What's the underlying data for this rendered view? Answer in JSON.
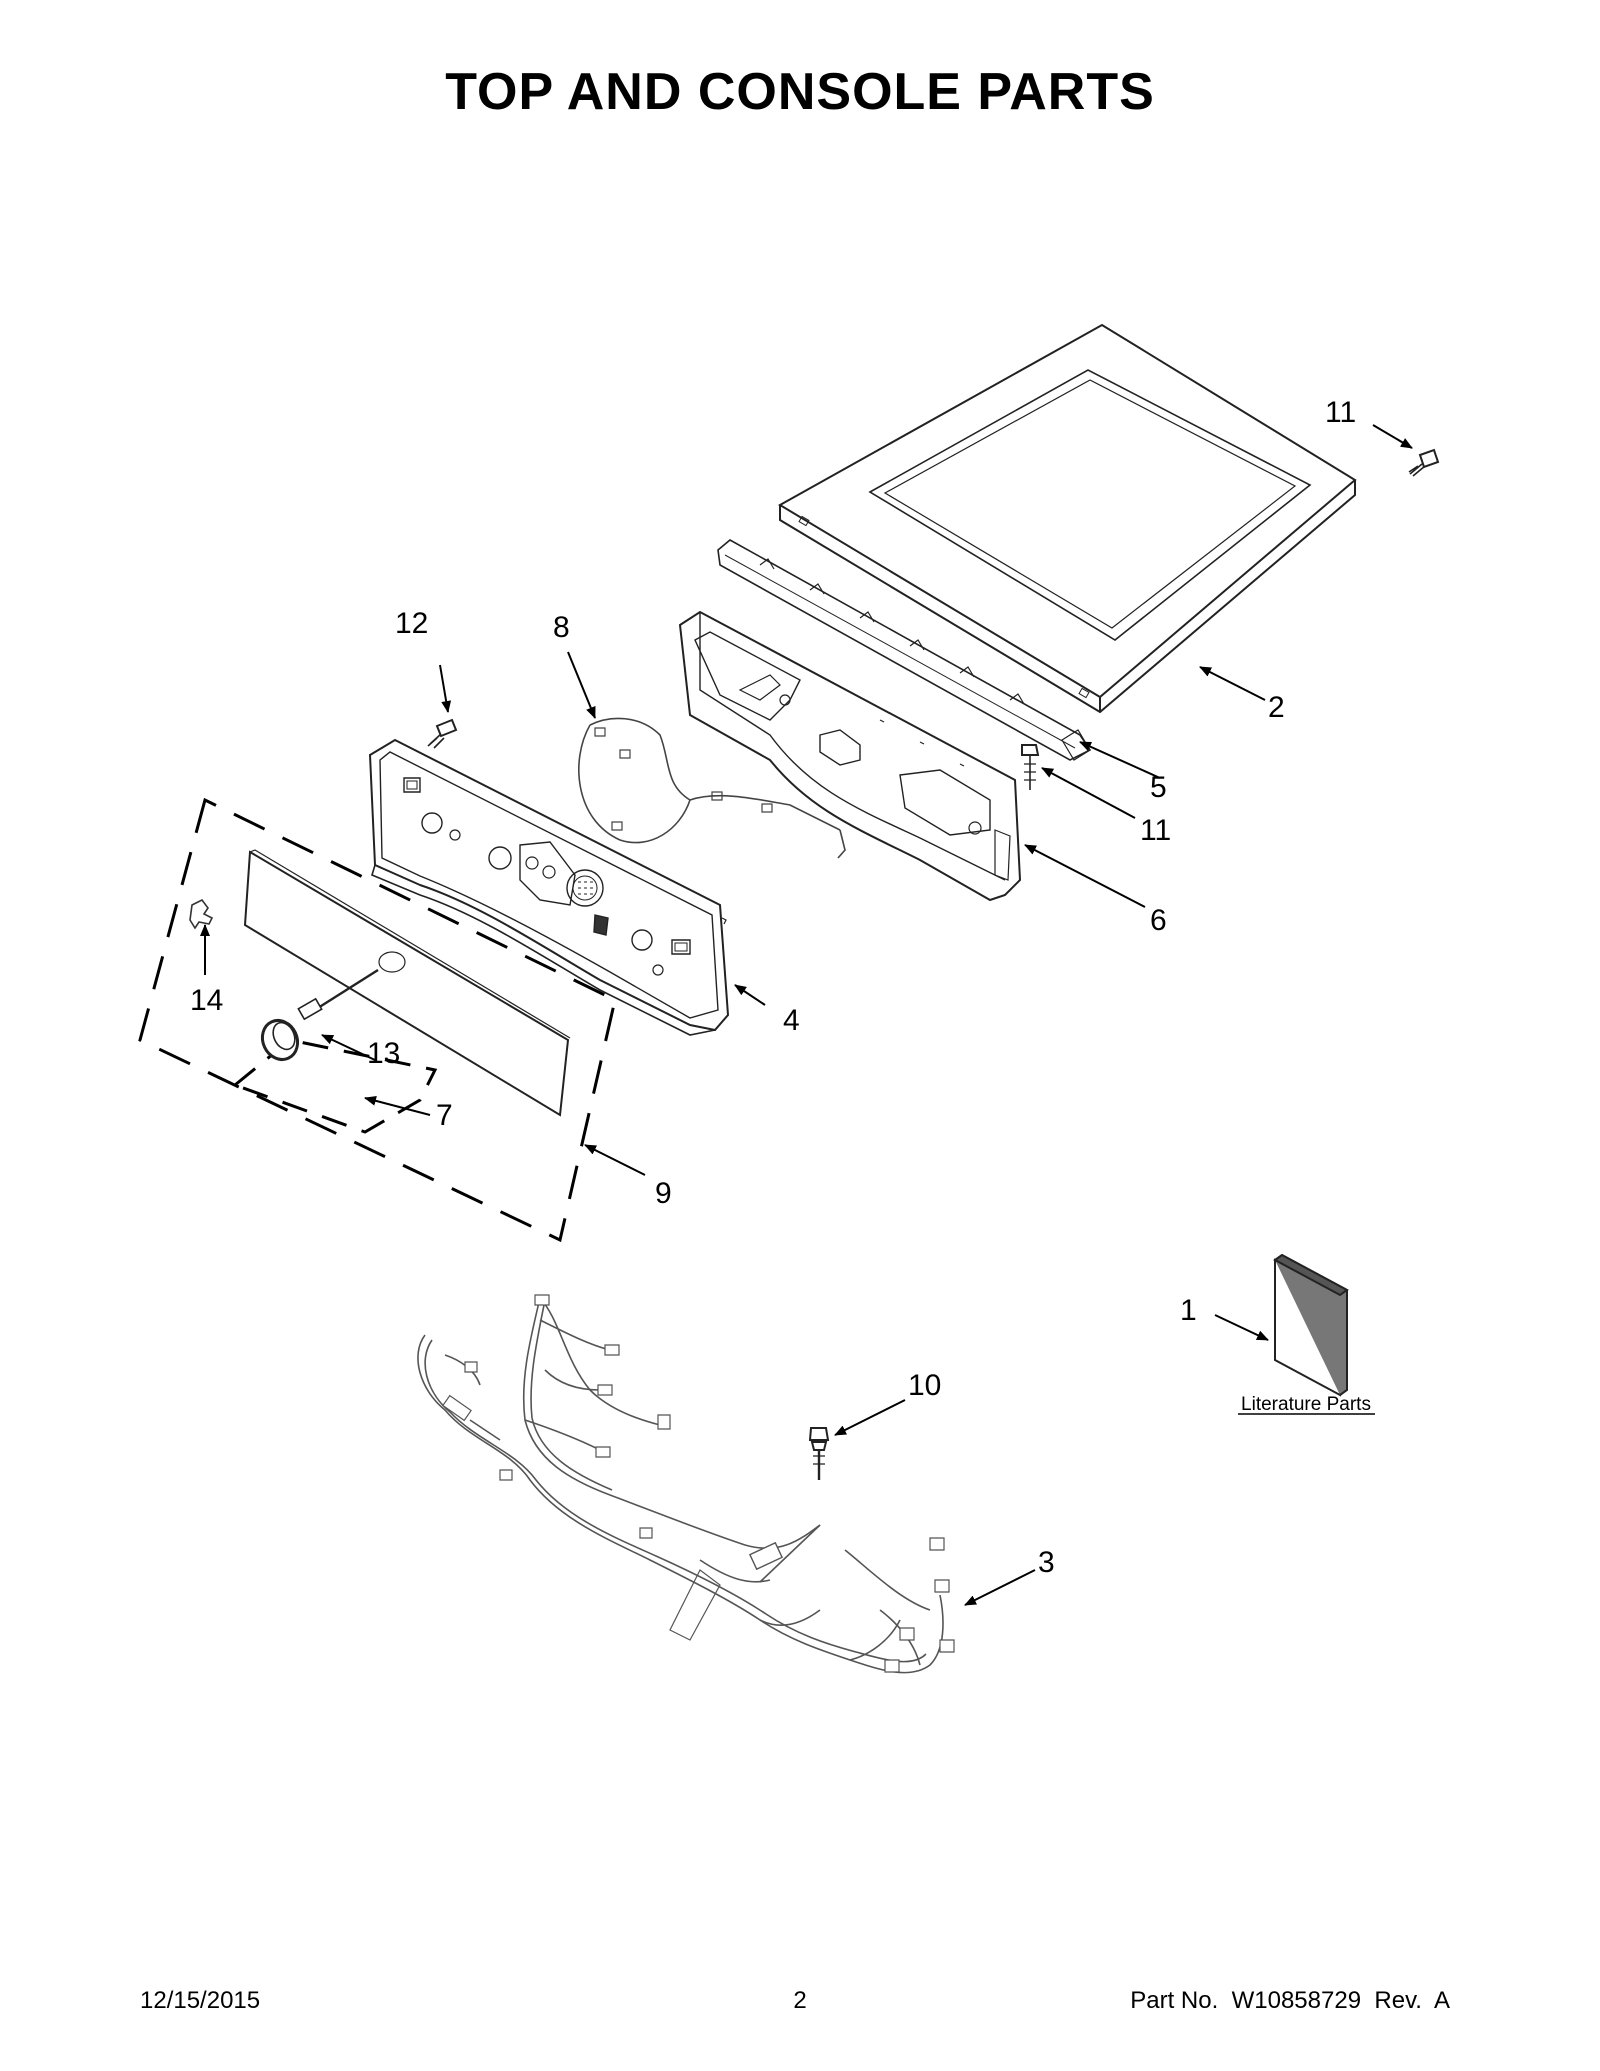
{
  "page": {
    "title": "TOP AND CONSOLE PARTS"
  },
  "callouts": {
    "c1": "1",
    "c2": "2",
    "c3": "3",
    "c4": "4",
    "c5": "5",
    "c6": "6",
    "c7": "7",
    "c8": "8",
    "c9": "9",
    "c10": "10",
    "c11_top": "11",
    "c11_mid": "11",
    "c12": "12",
    "c13": "13",
    "c14": "14"
  },
  "literature": {
    "label": "Literature Parts"
  },
  "footer": {
    "date": "12/15/2015",
    "page_number": "2",
    "part_prefix": "Part No.",
    "part_number": "W10858729",
    "rev_prefix": "Rev.",
    "rev": "A"
  }
}
